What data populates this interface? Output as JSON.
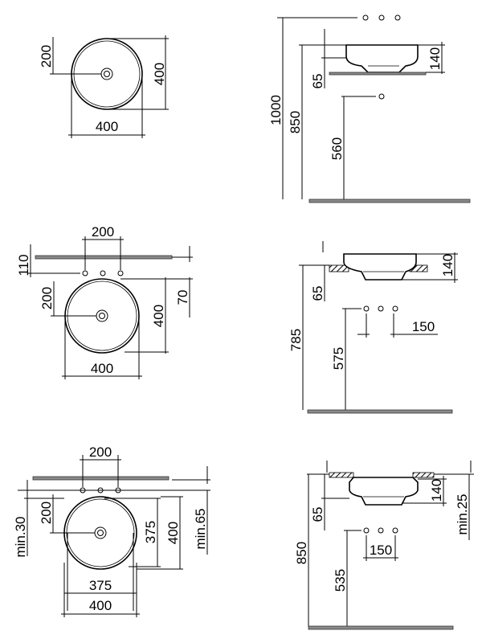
{
  "views": {
    "top_left": {
      "dim_200": "200",
      "dim_400_v": "400",
      "dim_400_h": "400"
    },
    "top_right": {
      "dim_1000": "1000",
      "dim_850": "850",
      "dim_65": "65",
      "dim_140": "140",
      "dim_560": "560"
    },
    "mid_left": {
      "dim_200_top": "200",
      "dim_110": "110",
      "dim_200": "200",
      "dim_400_v": "400",
      "dim_70": "70",
      "dim_400_h": "400"
    },
    "mid_right": {
      "dim_140": "140",
      "dim_65": "65",
      "dim_785": "785",
      "dim_575": "575",
      "dim_150": "150"
    },
    "bot_left": {
      "dim_200_top": "200",
      "dim_min30": "min.30",
      "dim_200": "200",
      "dim_375_v": "375",
      "dim_400_v": "400",
      "dim_min65": "min.65",
      "dim_375_h": "375",
      "dim_400_h": "400"
    },
    "bot_right": {
      "dim_140": "140",
      "dim_min25": "min.25",
      "dim_65": "65",
      "dim_850": "850",
      "dim_535": "535",
      "dim_150": "150"
    }
  }
}
